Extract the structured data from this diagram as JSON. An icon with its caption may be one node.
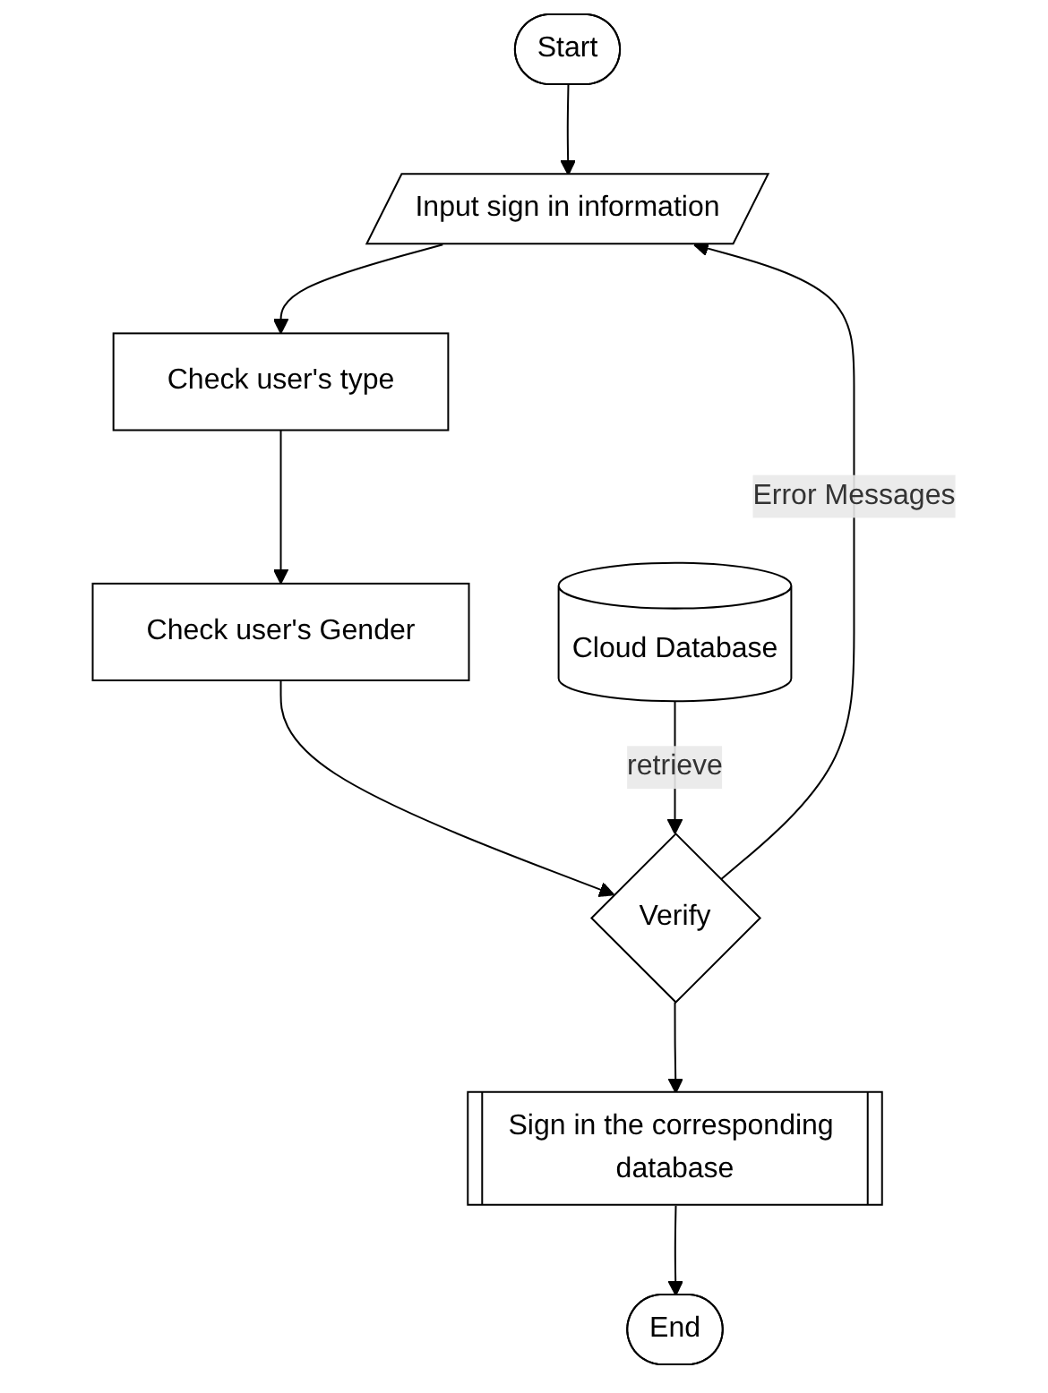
{
  "diagram": {
    "nodes": [
      {
        "text": [
          "Start"
        ]
      },
      {
        "text": [
          "Input sign in information"
        ]
      },
      {
        "text": [
          "Check user's type"
        ]
      },
      {
        "text": [
          "Check user's Gender"
        ]
      },
      {
        "text": [
          "Verify"
        ]
      },
      {
        "text": [
          "Cloud Database"
        ]
      },
      {
        "text": [
          "Sign in the corresponding database"
        ]
      },
      {
        "text": [
          "End"
        ]
      }
    ],
    "edges": [
      {
        "from": 0,
        "to": 1,
        "arrow": "to"
      },
      {
        "from": 1,
        "to": 2,
        "arrow": "to"
      },
      {
        "from": 2,
        "to": 3,
        "arrow": "to"
      },
      {
        "from": 3,
        "to": 4,
        "arrow": "to"
      },
      {
        "from": 5,
        "to": 4,
        "arrow": "to",
        "label": "retrieve"
      },
      {
        "from": 4,
        "to": 1,
        "arrow": "to",
        "label": "Error Messages"
      },
      {
        "from": 4,
        "to": 6,
        "arrow": "to"
      },
      {
        "from": 6,
        "to": 7,
        "arrow": "to"
      }
    ]
  }
}
